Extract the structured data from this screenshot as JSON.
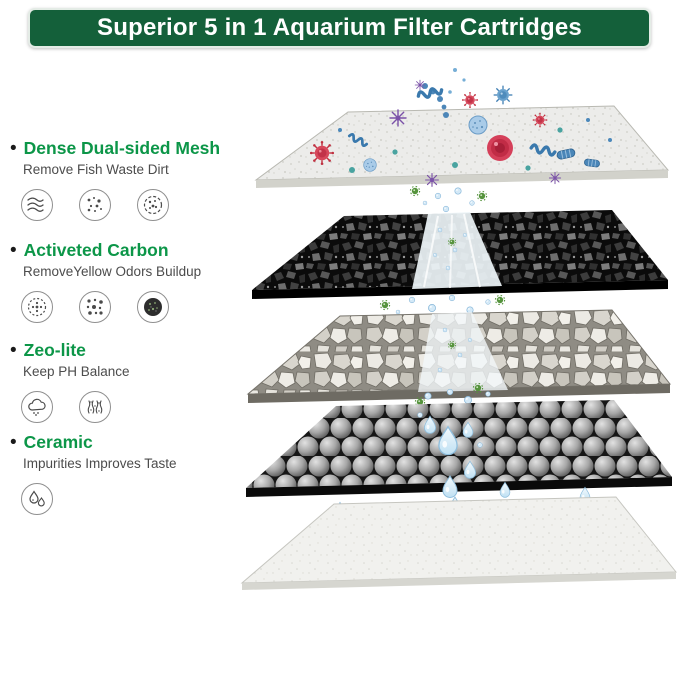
{
  "banner": {
    "title": "Superior 5 in 1 Aquarium Filter Cartridges"
  },
  "bullet": "•",
  "features": [
    {
      "title": "Dense Dual-sided Mesh",
      "subtitle": "Remove Fish Waste Dirt",
      "icons": [
        "wind-flow-icon",
        "waste-particles-icon",
        "dirt-circle-icon"
      ]
    },
    {
      "title": "Activeted Carbon",
      "subtitle": "RemoveYellow  Odors  Buildup",
      "icons": [
        "absorb-circle-icon",
        "odor-dots-icon",
        "carbon-ball-icon"
      ]
    },
    {
      "title": "Zeo-lite",
      "subtitle": "Keep PH Balance",
      "icons": [
        "cloud-ph-icon",
        "balance-bars-icon"
      ]
    },
    {
      "title": "Ceramic",
      "subtitle": "Impurities  Improves Taste",
      "icons": [
        "water-drops-icon"
      ]
    }
  ],
  "colors": {
    "banner_bg": "#14603a",
    "title_green": "#0c9648",
    "subtitle_gray": "#4c4c4c",
    "water_blue": "#bfe0f3"
  }
}
